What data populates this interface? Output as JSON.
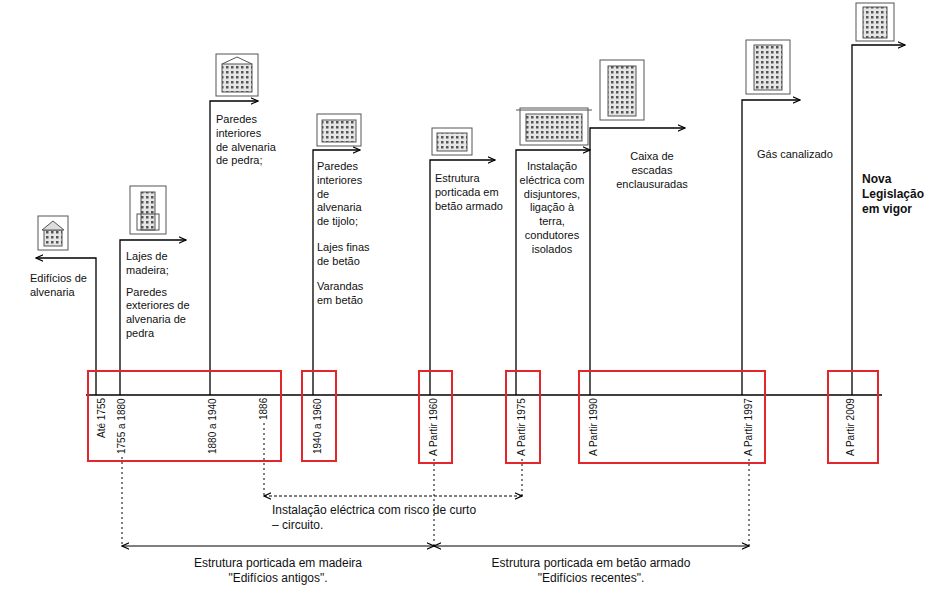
{
  "diagram": {
    "nodes": [
      {
        "text": [
          "Até 1755",
          "1755 a 1880",
          "1880 a 1940",
          "1886"
        ]
      },
      {
        "text": [
          "1940 a 1960"
        ]
      },
      {
        "text": [
          "A Partir 1960"
        ]
      },
      {
        "text": [
          "A Partir 1975"
        ]
      },
      {
        "text": [
          "A Partir 1990",
          "A Partir 1997"
        ]
      },
      {
        "text": [
          "A Partir 2009"
        ]
      }
    ],
    "labels": [
      "Edifícios de alvenaria",
      "Lajes de madeira;",
      "Paredes exteriores de alvenaria de pedra",
      "Paredes interiores de alvenaria de pedra;",
      "Paredes interiores de alvenaria de tijolo;",
      "Lajes finas de betão",
      "Varandas em betão",
      "Estrutura porticada em betão armado",
      "Instalação eléctrica com disjuntores, ligação à terra, condutores isolados",
      "Caixa de escadas enclausuradas",
      "Gás canalizado",
      "Nova Legislação em vigor",
      "Instalação eléctrica com risco de curto – circuito.",
      "Estrutura porticada em madeira \"Edifícios antigos\".",
      "Estrutura porticada em betão armado \"Edifícios recentes\"."
    ]
  }
}
